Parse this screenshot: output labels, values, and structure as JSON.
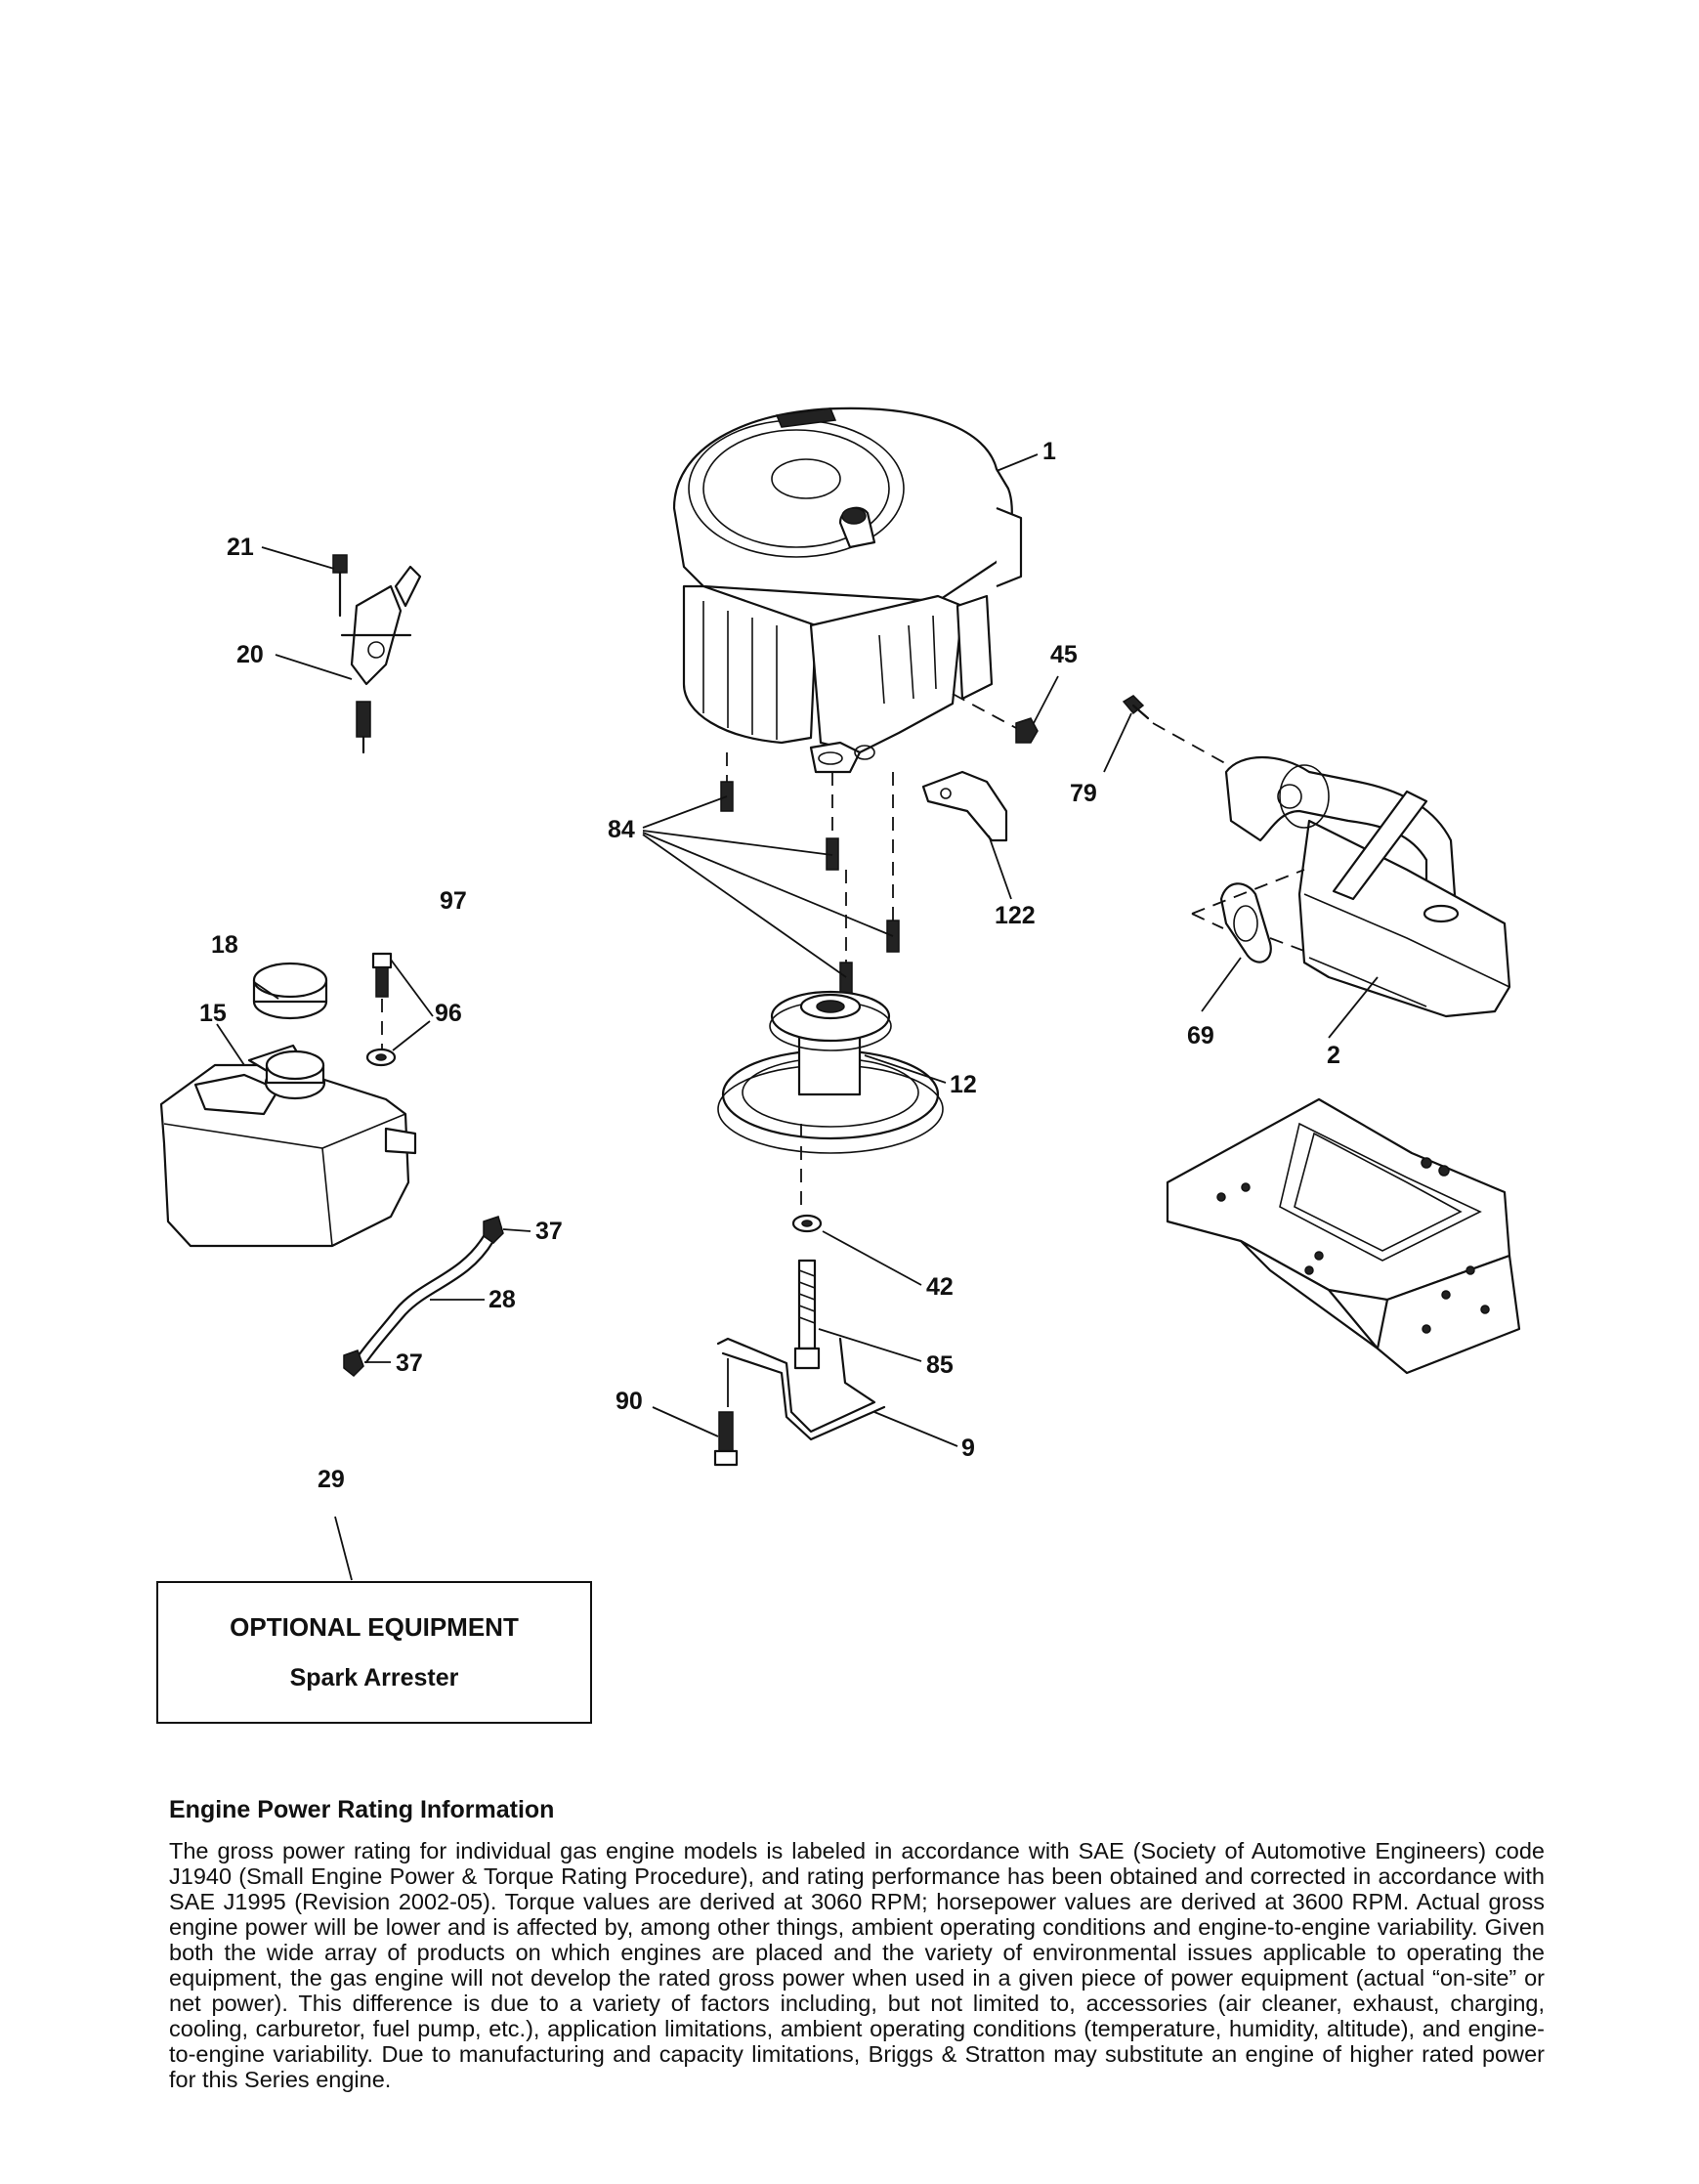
{
  "callouts": {
    "c1": "1",
    "c2": "2",
    "c9": "9",
    "c12": "12",
    "c15": "15",
    "c18": "18",
    "c20": "20",
    "c21": "21",
    "c28": "28",
    "c29": "29",
    "c37a": "37",
    "c37b": "37",
    "c42": "42",
    "c45": "45",
    "c69": "69",
    "c79": "79",
    "c84": "84",
    "c85": "85",
    "c90": "90",
    "c96": "96",
    "c97": "97",
    "c122": "122"
  },
  "optional_equipment": {
    "heading": "OPTIONAL EQUIPMENT",
    "item": "Spark Arrester"
  },
  "engine_info": {
    "heading": "Engine Power Rating Information",
    "body": "The gross power rating for individual gas engine models is labeled in accordance with SAE (Society of Automotive Engineers) code J1940 (Small Engine Power & Torque Rating Procedure), and rating performance has been obtained and corrected in accordance with SAE J1995 (Revision 2002-05). Torque values are derived at 3060 RPM; horsepower values are derived at 3600 RPM. Actual gross engine power will be lower and is affected by, among other things, ambient operating conditions and engine-to-engine variability. Given both the wide array of products on which engines are placed and the variety of environmental issues applicable to operating the equipment, the gas engine will not develop the rated gross power when used in a given piece of power equipment (actual “on-site” or net power). This difference is due to a variety of factors including, but not limited to, accessories (air cleaner, exhaust, charging, cooling, carburetor, fuel pump, etc.), application limitations, ambient operating conditions (temperature, humidity, altitude), and engine-to-engine variability. Due to manufacturing and capacity limitations, Briggs & Stratton may substitute an engine of higher rated power for this Series engine."
  }
}
